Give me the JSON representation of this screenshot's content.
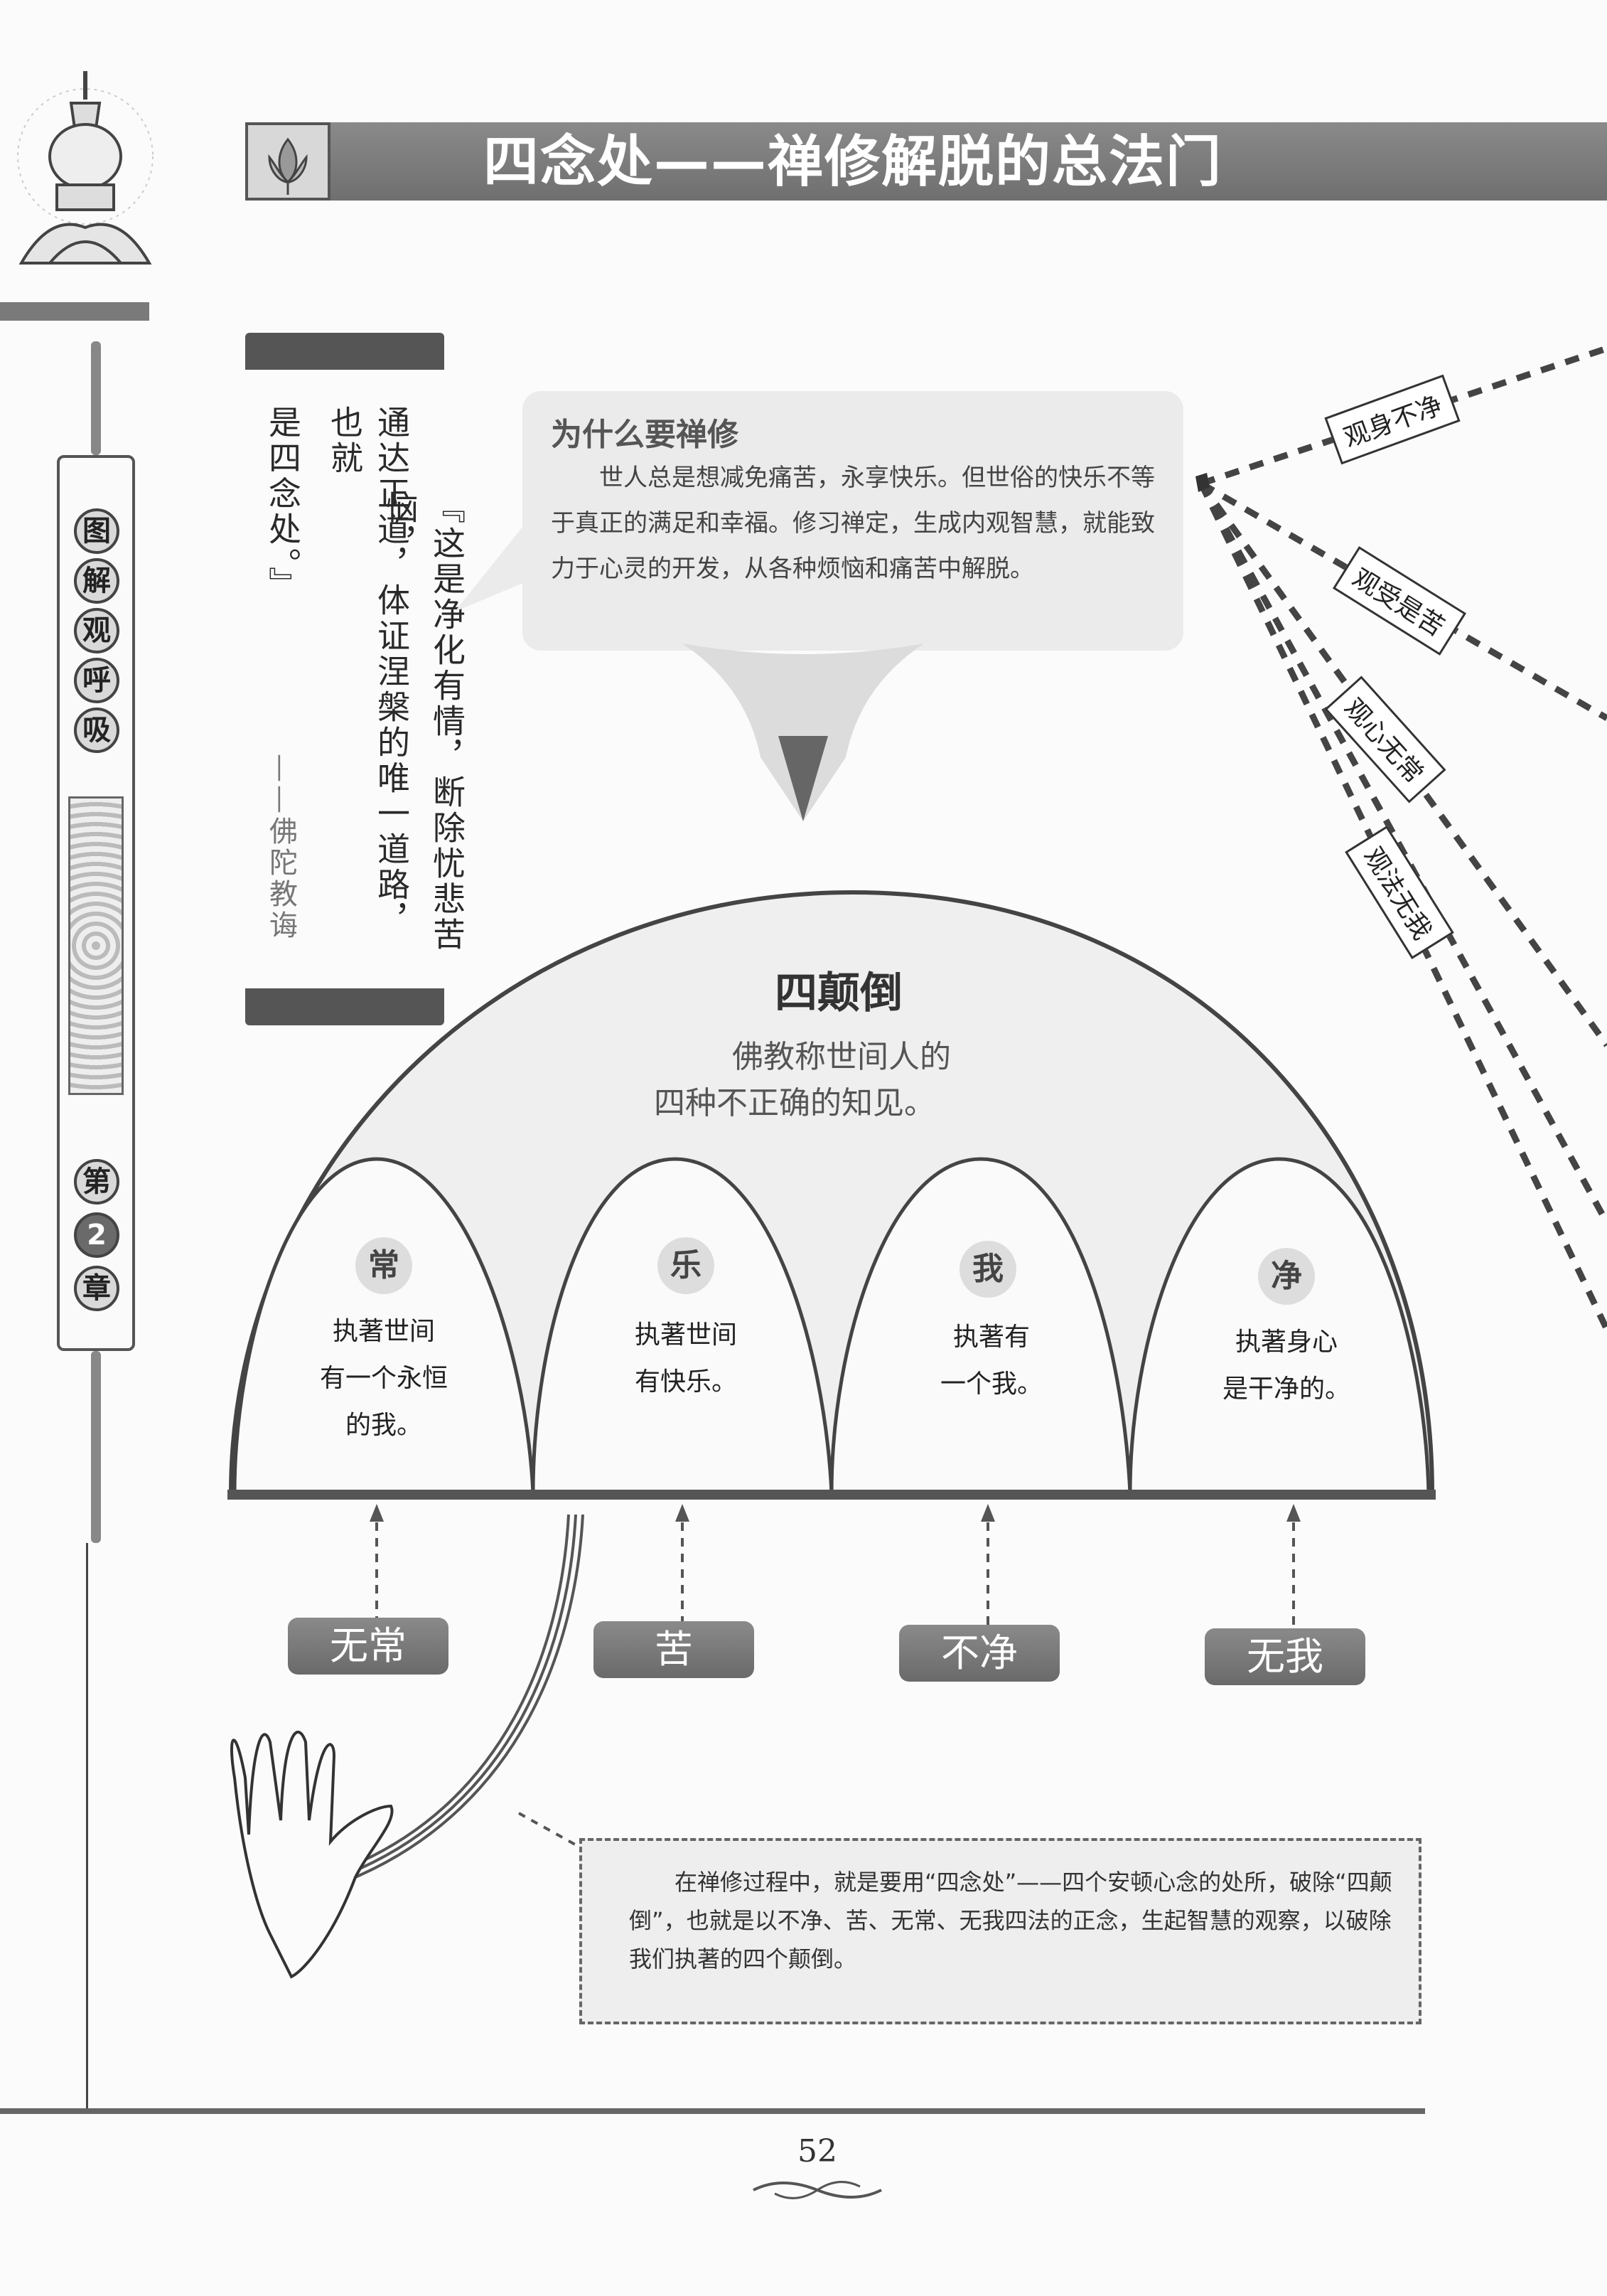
{
  "header": {
    "title": "四念处——禅修解脱的总法门"
  },
  "sidebar": {
    "book_chars": [
      "图",
      "解",
      "观",
      "呼",
      "吸"
    ],
    "chapter_chars": [
      "第",
      "2",
      "章"
    ]
  },
  "quote": {
    "lines": [
      "『这是净化有情，断除忧悲苦恼，",
      "通达正道，体证涅槃的唯一道路，也就",
      "是四念处。』"
    ],
    "attribution": "——佛陀教诲"
  },
  "bubble": {
    "title": "为什么要禅修",
    "text": "世人总是想减免痛苦，永享快乐。但世俗的快乐不等于真正的满足和幸福。修习禅定，生成内观智慧，就能致力于心灵的开发，从各种烦恼和痛苦中解脱。"
  },
  "contemplations": [
    "观身不净",
    "观受是苦",
    "观心无常",
    "观法无我"
  ],
  "dome": {
    "title": "四颠倒",
    "subtitle_line1": "佛教称世间人的",
    "subtitle_line2": "四种不正确的知见。"
  },
  "inversions": [
    {
      "head": "常",
      "lines": [
        "执著世间",
        "有一个永恒",
        "的我。"
      ],
      "antidote": "无常"
    },
    {
      "head": "乐",
      "lines": [
        "执著世间",
        "有快乐。"
      ],
      "antidote": "苦"
    },
    {
      "head": "我",
      "lines": [
        "执著有",
        "一个我。"
      ],
      "antidote": "不净"
    },
    {
      "head": "净",
      "lines": [
        "执著身心",
        "是干净的。"
      ],
      "antidote": "无我"
    }
  ],
  "note": {
    "text": "在禅修过程中，就是要用“四念处”——四个安顿心念的处所，破除“四颠倒”，也就是以不净、苦、无常、无我四法的正念，生起智慧的观察，以破除我们执著的四个颠倒。"
  },
  "footer": {
    "page_number": "52"
  },
  "colors": {
    "header_bar": "#7a7a7a",
    "pill": "#777777",
    "bubble": "#ebebeb"
  }
}
